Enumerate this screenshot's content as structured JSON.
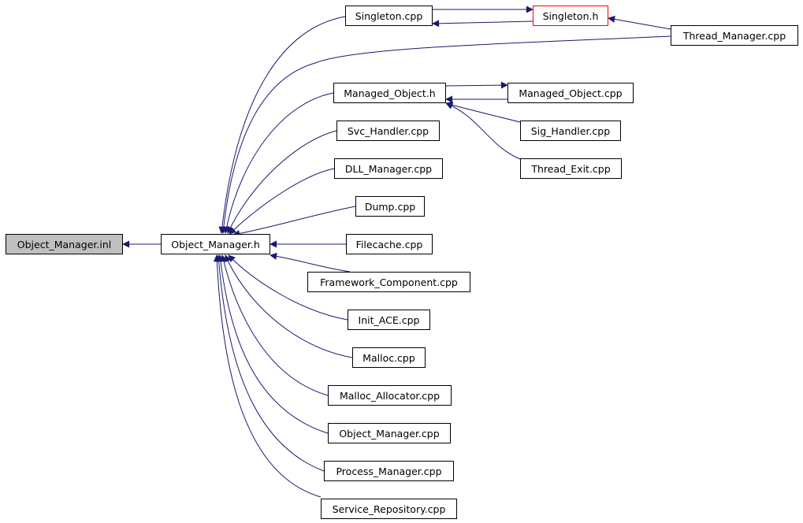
{
  "colors": {
    "edge": "#191970",
    "root_fill": "#bfbfbf",
    "highlight_border": "#ff0000"
  },
  "nodes": {
    "object_manager_inl": "Object_Manager.inl",
    "object_manager_h": "Object_Manager.h",
    "singleton_cpp": "Singleton.cpp",
    "singleton_h": "Singleton.h",
    "thread_manager_cpp": "Thread_Manager.cpp",
    "managed_object_h": "Managed_Object.h",
    "managed_object_cpp": "Managed_Object.cpp",
    "sig_handler_cpp": "Sig_Handler.cpp",
    "thread_exit_cpp": "Thread_Exit.cpp",
    "svc_handler_cpp": "Svc_Handler.cpp",
    "dll_manager_cpp": "DLL_Manager.cpp",
    "dump_cpp": "Dump.cpp",
    "filecache_cpp": "Filecache.cpp",
    "framework_component_cpp": "Framework_Component.cpp",
    "init_ace_cpp": "Init_ACE.cpp",
    "malloc_cpp": "Malloc.cpp",
    "malloc_allocator_cpp": "Malloc_Allocator.cpp",
    "object_manager_cpp": "Object_Manager.cpp",
    "process_manager_cpp": "Process_Manager.cpp",
    "service_repository_cpp": "Service_Repository.cpp"
  }
}
